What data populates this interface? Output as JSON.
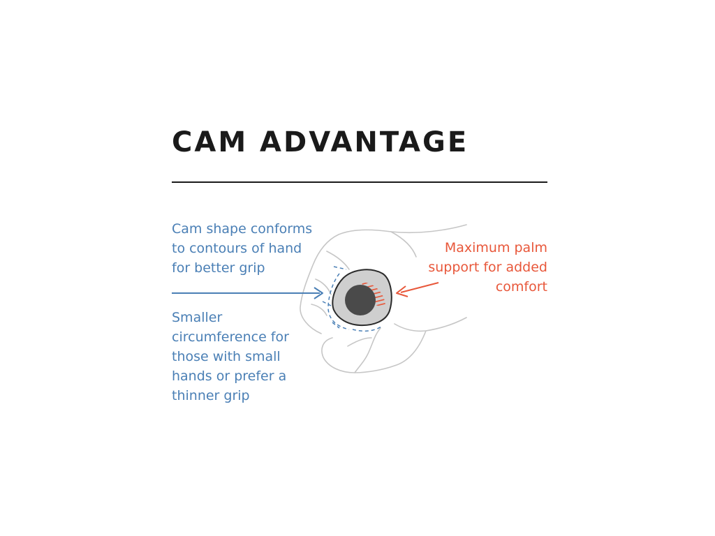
{
  "title": "CAM ADVANTAGE",
  "benefits": [
    {
      "text": "Cam shape conforms\nto contours of hand\nfor better grip",
      "color": "#4a7fb5"
    },
    {
      "text": "Smaller\ncircumference for\nthose with small\nhands or prefer a\nthinner grip",
      "color": "#4a7fb5"
    },
    {
      "text": "Maximum palm\nsupport for added\ncomfort",
      "color": "#e8573a"
    }
  ],
  "colors": {
    "title": "#1a1a1a",
    "rule": "#1a1a1a",
    "hand_outline": "#c6c6c6",
    "grip_fill": "#cfcfcf",
    "grip_outline": "#2a2a2a",
    "core_fill": "#4a4a4a",
    "palm_highlight": "#e8573a",
    "contour_line": "#4a7fb5"
  }
}
